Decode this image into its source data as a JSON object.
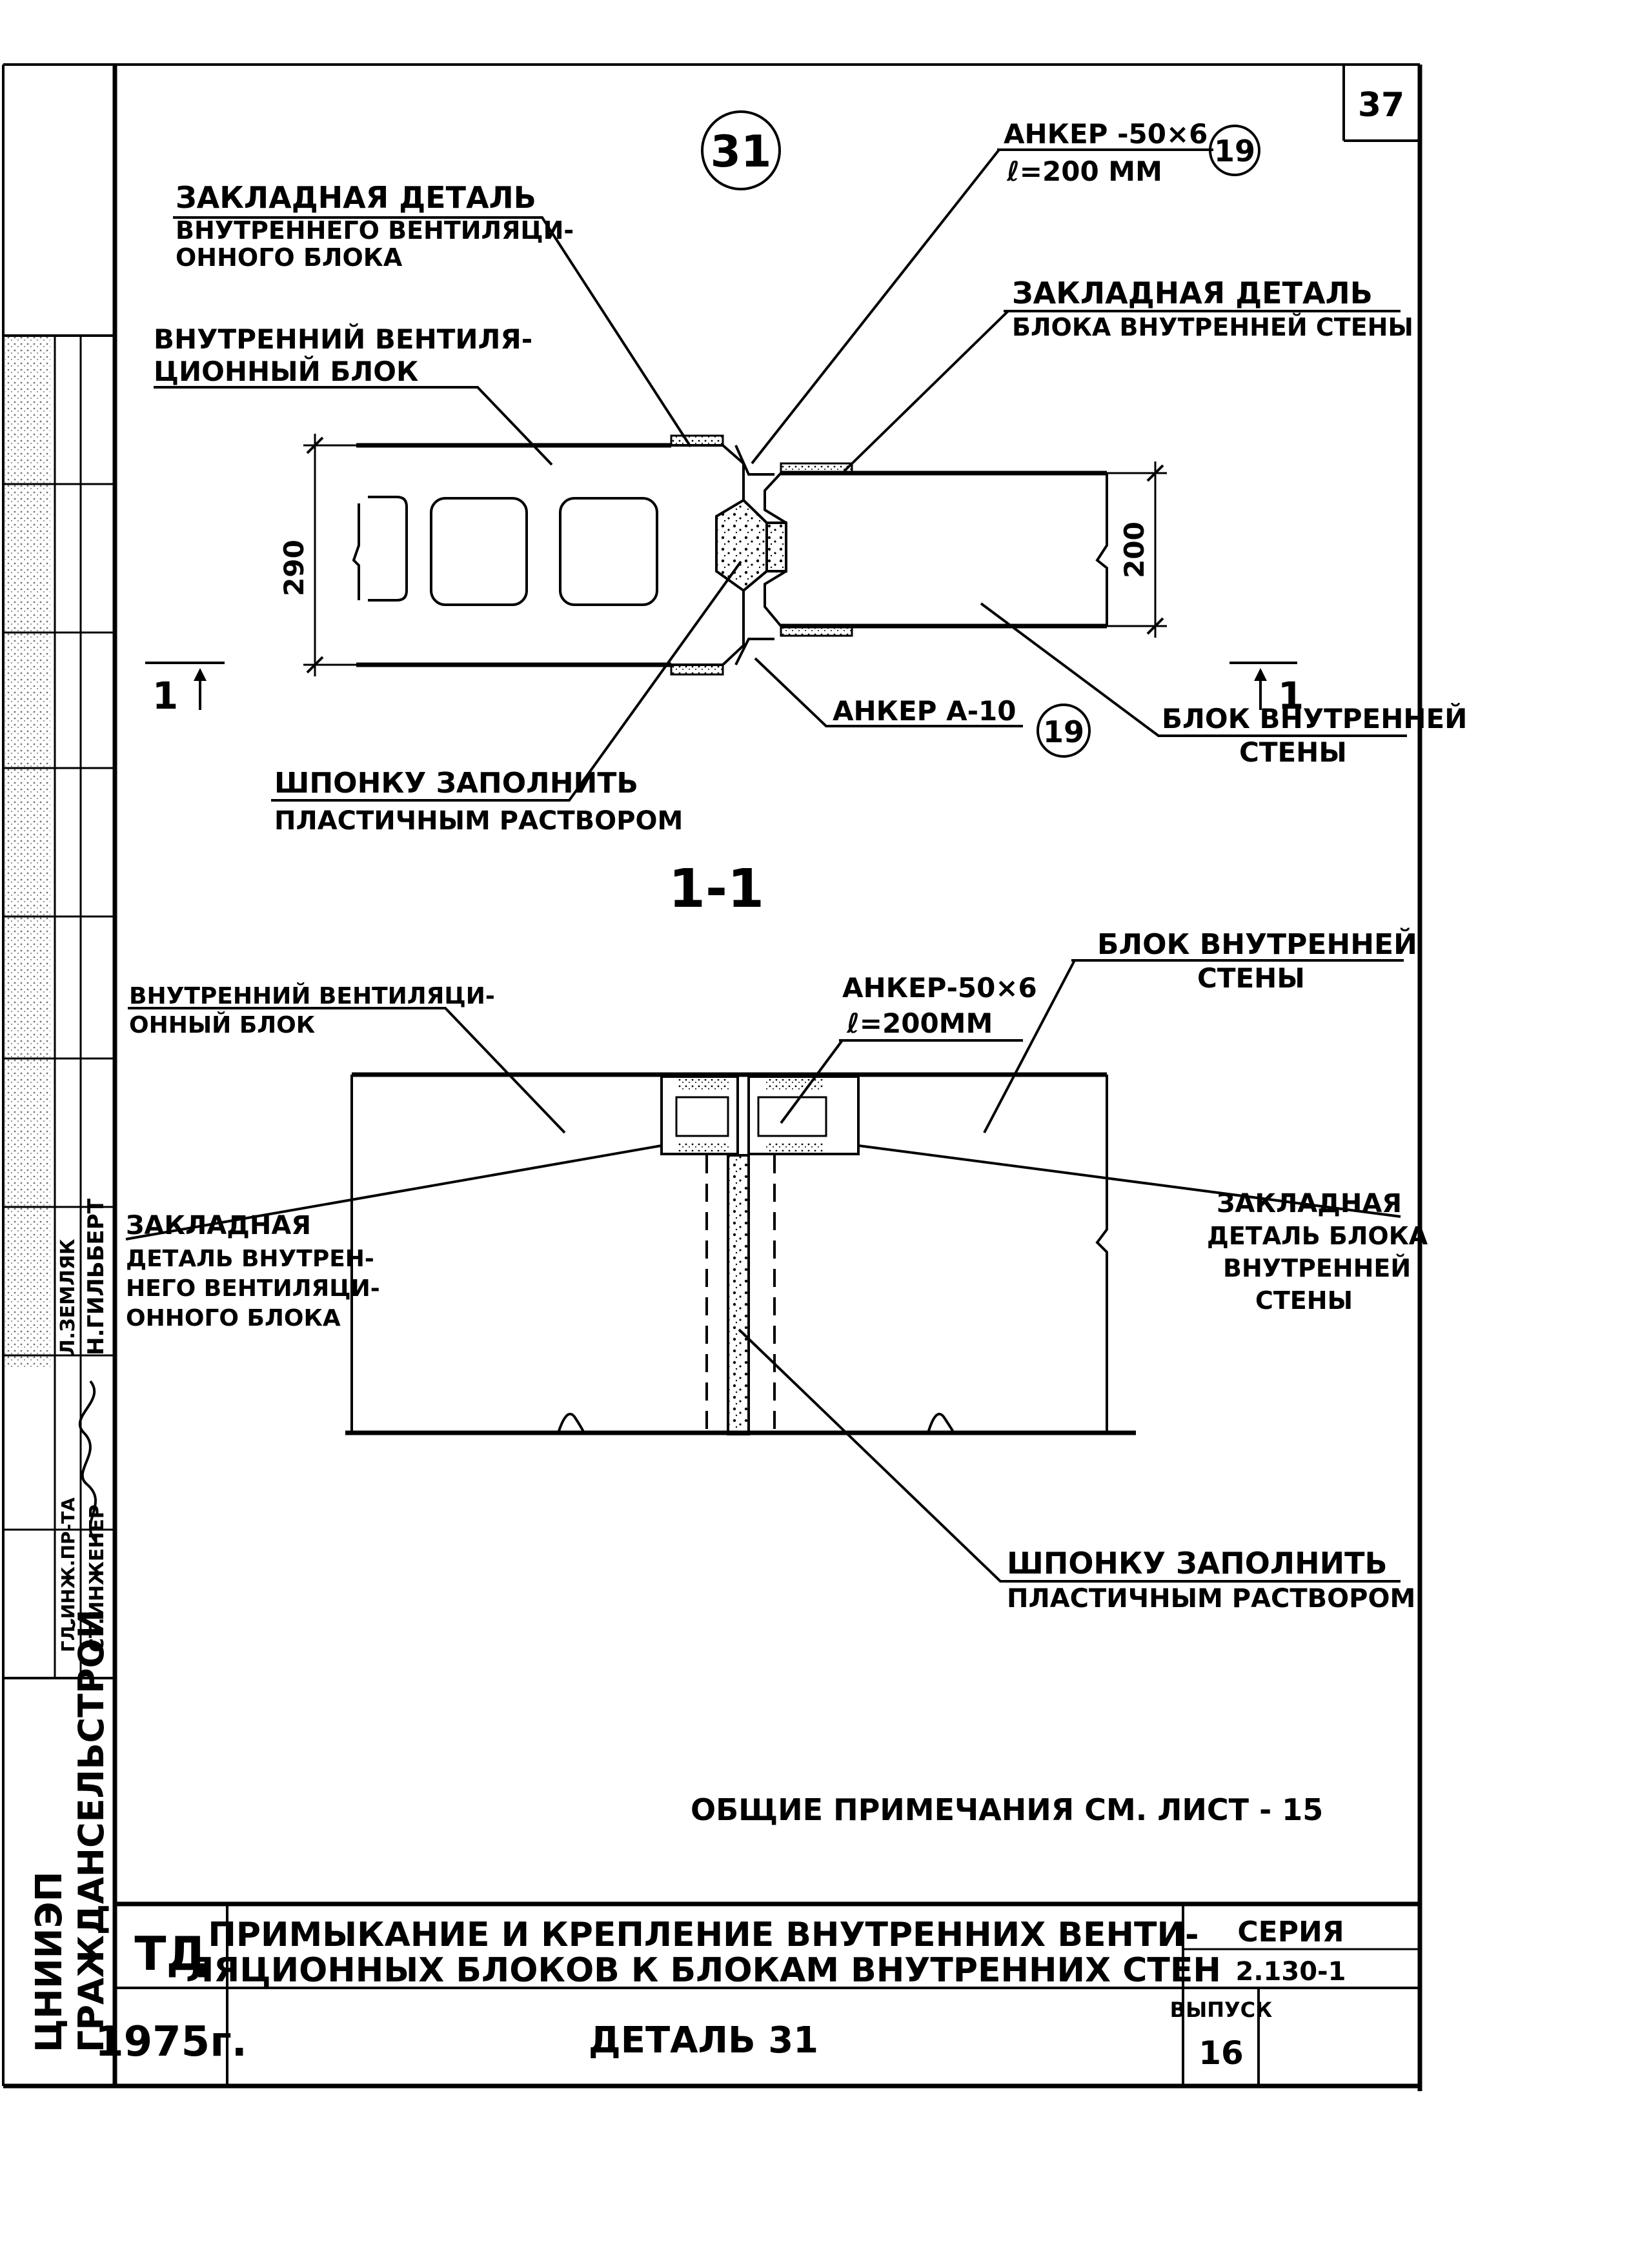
{
  "sheet_number": "37",
  "detail_marker": "31",
  "top": {
    "label_embedded_vent_title": "ЗАКЛАДНАЯ ДЕТАЛЬ",
    "label_embedded_vent_line2": "ВНУТРЕННЕГО ВЕНТИЛЯЦИ-",
    "label_embedded_vent_line3": "ОННОГО БЛОКА",
    "label_vent_block_line1": "ВНУТРЕННИЙ ВЕНТИЛЯ-",
    "label_vent_block_line2": "ЦИОННЫЙ БЛОК",
    "anchor_top_line1": "АНКЕР -50×6",
    "anchor_top_line2": "ℓ=200 ММ",
    "anchor_top_ref": "19",
    "label_embedded_wall_line1": "ЗАКЛАДНАЯ ДЕТАЛЬ",
    "label_embedded_wall_line2": "БЛОКА ВНУТРЕННЕЙ СТЕНЫ",
    "dim_left": "290",
    "dim_right": "200",
    "section_mark_left": "1",
    "section_mark_right": "1",
    "anchor_bottom": "АНКЕР А-10",
    "anchor_bottom_ref": "19",
    "label_wall_block_line1": "БЛОК ВНУТРЕННЕЙ",
    "label_wall_block_line2": "СТЕНЫ",
    "label_key_line1": "ШПОНКУ ЗАПОЛНИТЬ",
    "label_key_line2": "ПЛАСТИЧНЫМ РАСТВОРОМ"
  },
  "section": {
    "title": "1-1",
    "label_vent_block_line1": "ВНУТРЕННИЙ ВЕНТИЛЯЦИ-",
    "label_vent_block_line2": "ОННЫЙ БЛОК",
    "anchor_line1": "АНКЕР-50×6",
    "anchor_line2": "ℓ=200ММ",
    "label_wall_block_line1": "БЛОК ВНУТРЕННЕЙ",
    "label_wall_block_line2": "СТЕНЫ",
    "label_embedded_vent_line1": "ЗАКЛАДНАЯ",
    "label_embedded_vent_line2": "ДЕТАЛЬ ВНУТРЕН-",
    "label_embedded_vent_line3": "НЕГО ВЕНТИЛЯЦИ-",
    "label_embedded_vent_line4": "ОННОГО БЛОКА",
    "label_embedded_wall_line1": "ЗАКЛАДНАЯ",
    "label_embedded_wall_line2": "ДЕТАЛЬ БЛОКА",
    "label_embedded_wall_line3": "ВНУТРЕННЕЙ",
    "label_embedded_wall_line4": "СТЕНЫ",
    "label_key_line1": "ШПОНКУ ЗАПОЛНИТЬ",
    "label_key_line2": "ПЛАСТИЧНЫМ РАСТВОРОМ"
  },
  "notes": "ОБЩИЕ ПРИМЕЧАНИЯ СМ. ЛИСТ - 15",
  "title_block": {
    "td": "ТД",
    "year": "1975г.",
    "title_line1": "ПРИМЫКАНИЕ И КРЕПЛЕНИЕ ВНУТРЕННИХ ВЕНТИ-",
    "title_line2": "ЛЯЦИОННЫХ БЛОКОВ К БЛОКАМ ВНУТРЕННИХ СТЕН",
    "detail": "ДЕТАЛЬ 31",
    "series_label": "СЕРИЯ",
    "series_value": "2.130-1",
    "issue_label": "ВЫПУСК",
    "issue_value": "16"
  },
  "stamp": {
    "org_line1": "ЦНИИЭП",
    "org_line2": "ГРАЖДАНСЕЛЬСТРОЙ",
    "role1": "СТ.ИНЖЕНЕР",
    "name1": "Н.ГИЛЬБЕРТ",
    "role2": "ГЛ.ИНЖ.ПР-ТА",
    "name2": "Л.ЗЕМЛЯК"
  }
}
